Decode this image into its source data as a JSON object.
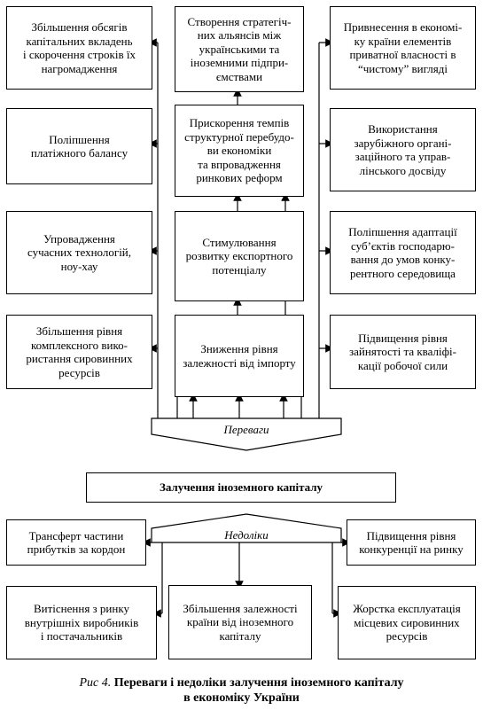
{
  "advantages_label": "Переваги",
  "disadvantages_label": "Недоліки",
  "center_label": "Залучення іноземного капіталу",
  "left_advantages": [
    "Збільшення обсягів\nкапітальних вкладень\nі скорочення строків їх\nнагромадження",
    "Поліпшення\nплатіжного балансу",
    "Упровадження\nсучасних технологій,\nноу-хау",
    "Збільшення рівня\nкомплексного вико-\nристання сировинних\nресурсів"
  ],
  "center_chain": [
    "Створення стратегіч-\nних альянсів між\nукраїнськими та\nіноземними підпри-\nємствами",
    "Прискорення темпів\nструктурної перебудо-\nви економіки\nта впровадження\nринкових реформ",
    "Стимулювання\nрозвитку експортного\nпотенціалу",
    "Зниження рівня\nзалежності від імпорту"
  ],
  "right_advantages": [
    "Привнесення в економі-\nку країни елементів\nприватної власності в\n“чистому” вигляді",
    "Використання\nзарубіжного органі-\nзаційного та управ-\nлінського досвіду",
    "Поліпшення адаптації\nсуб’єктів господарю-\nвання до умов конку-\nрентного середовища",
    "Підвищення рівня\nзайнятості та кваліфі-\nкації робочої сили"
  ],
  "disadvantages": {
    "left_top": "Трансферт частини\nприбутків за кордон",
    "left_bottom": "Витіснення з ринку\nвнутрішніх виробників\nі постачальників",
    "center": "Збільшення залежності\nкраїни від іноземного\nкапіталу",
    "right_top": "Підвищення рівня\nконкуренції на ринку",
    "right_bottom": "Жорстка експлуатація\nмісцевих сировинних\nресурсів"
  },
  "caption": {
    "number": "Рис 4.",
    "title_line1": "Переваги і недоліки залучення іноземного капіталу",
    "title_line2": "в економіку України"
  }
}
